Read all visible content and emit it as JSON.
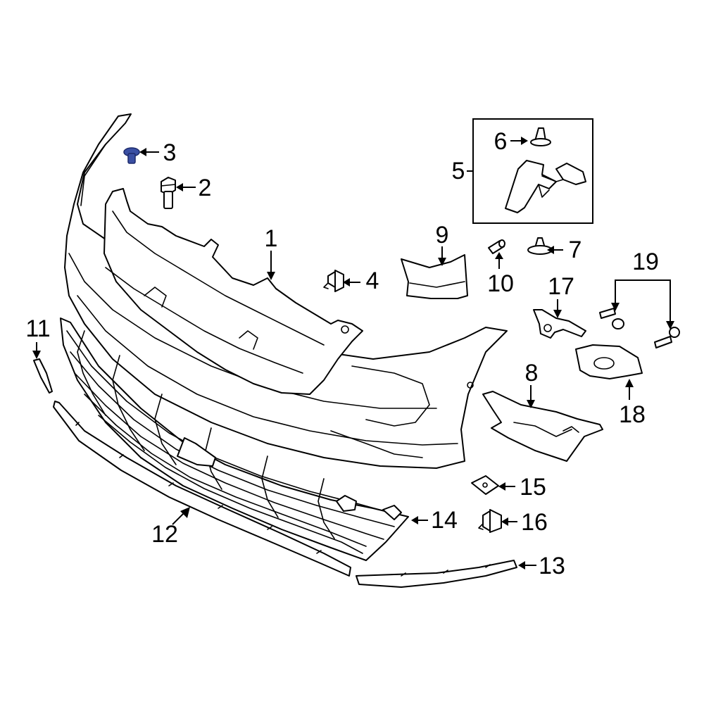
{
  "callouts": {
    "c1": "1",
    "c2": "2",
    "c3": "3",
    "c4": "4",
    "c5": "5",
    "c6": "6",
    "c7": "7",
    "c8": "8",
    "c9": "9",
    "c10": "10",
    "c11": "11",
    "c12": "12",
    "c13": "13",
    "c14": "14",
    "c15": "15",
    "c16": "16",
    "c17": "17",
    "c18": "18",
    "c19": "19"
  },
  "colors": {
    "line": "#000000",
    "background": "#ffffff",
    "highlight_fill": "#3a4fa3",
    "highlight_stroke": "#1c2a6b"
  },
  "highlighted_part": "3"
}
